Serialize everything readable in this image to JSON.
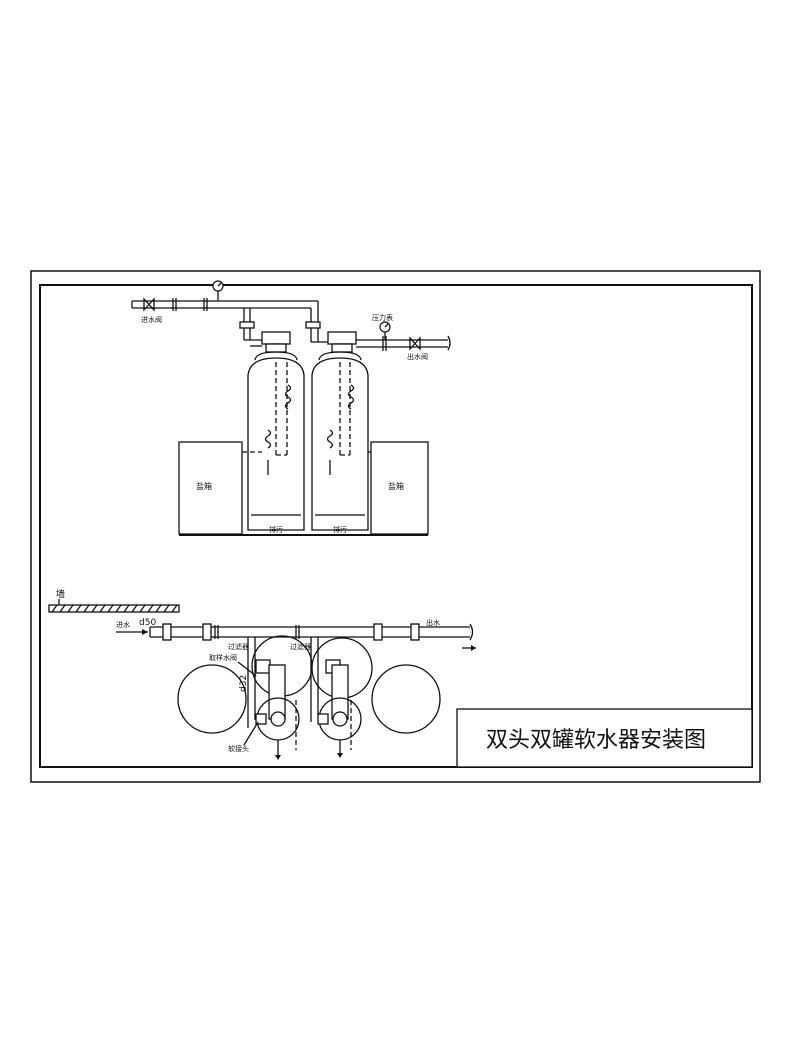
{
  "drawing": {
    "title": "双头双罐软水器安装图",
    "elevation": {
      "inlet_valve": "进水阀",
      "pressure_gauge": "压力表",
      "outlet_valve": "出水阀",
      "brine_tank_left": "盐箱",
      "brine_tank_right": "盐箱",
      "drain_left": "排污",
      "drain_right": "排污"
    },
    "plan": {
      "wall": "墙",
      "inlet": "进水",
      "main_pipe_size": "d50",
      "outlet": "出水",
      "filter_left": "过滤器",
      "filter_right": "过滤器",
      "sampling_valve": "取样水阀",
      "branch_pipe_size": "d32",
      "soft_joint": "软接头"
    }
  }
}
